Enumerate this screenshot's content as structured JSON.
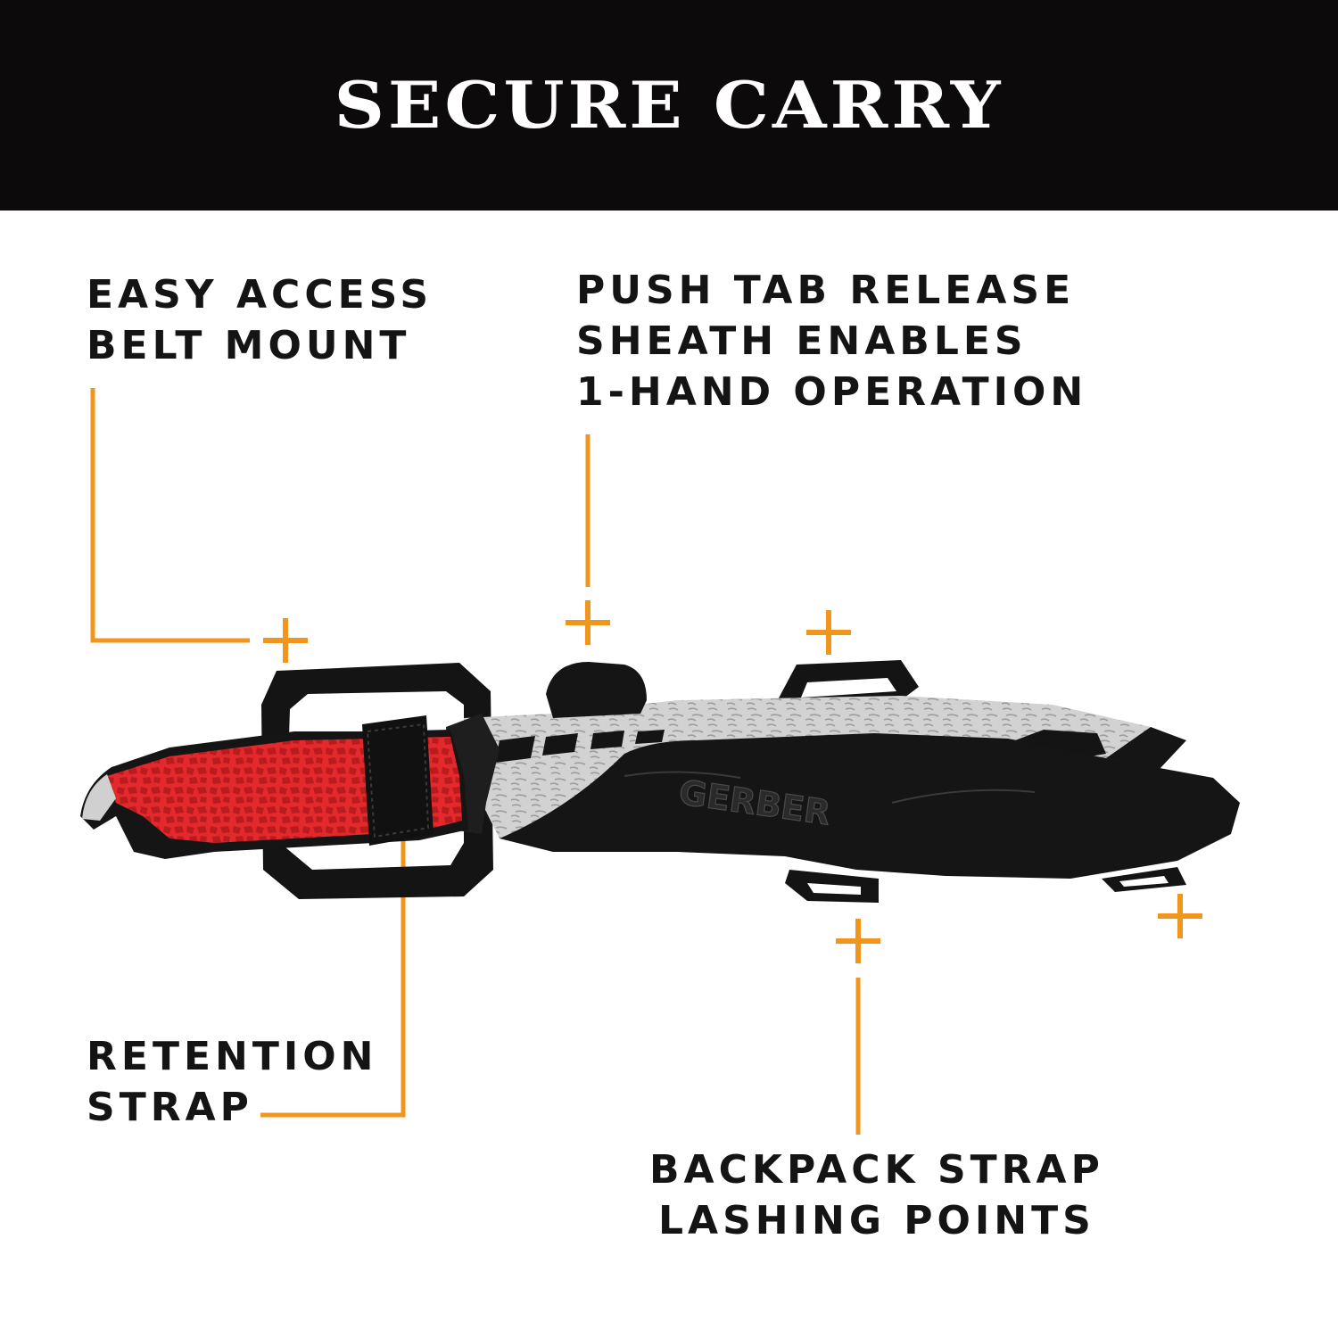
{
  "header": {
    "title": "SECURE CARRY"
  },
  "callouts": {
    "belt_mount": {
      "line1": "EASY ACCESS",
      "line2": "BELT MOUNT"
    },
    "push_tab": {
      "line1": "PUSH TAB RELEASE",
      "line2": "SHEATH ENABLES",
      "line3": "1-HAND OPERATION"
    },
    "retention": {
      "line1": "RETENTION",
      "line2": "STRAP"
    },
    "backpack": {
      "line1": "BACKPACK STRAP",
      "line2": "LASHING POINTS"
    }
  },
  "product": {
    "brand_mark": "GERBER"
  },
  "colors": {
    "header_bg": "#0d0a0b",
    "accent_orange": "#f0961e",
    "handle_red": "#e0282a",
    "sheath_black": "#151515",
    "blade_silver": "#cfcfcf"
  }
}
